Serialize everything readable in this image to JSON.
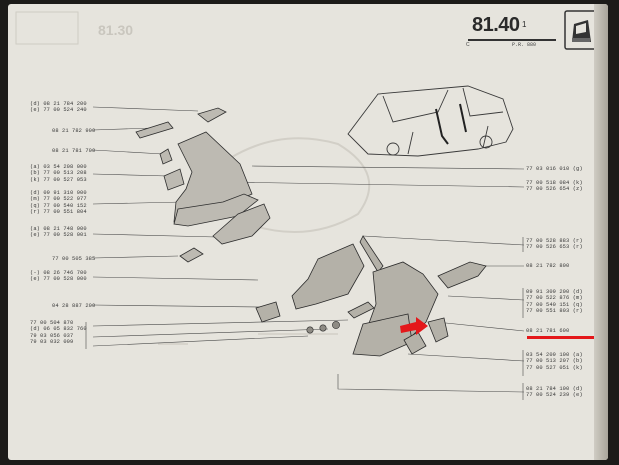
{
  "header": {
    "section": "81.40",
    "index": "1",
    "letter": "C",
    "code": "P.R. 880",
    "ghost_number": "81.30"
  },
  "left_labels": [
    {
      "lines": [
        "(d) 08 21 784 200",
        "(e) 77 00 524 240"
      ]
    },
    {
      "lines": [
        "08 21 782 900"
      ]
    },
    {
      "lines": [
        "08 21 781 700"
      ]
    },
    {
      "lines": [
        "(a) 03 54 208 000",
        "(b) 77 00 513 208",
        "(k) 77 00 527 053"
      ]
    },
    {
      "lines": [
        "(d) 09 91 310 900",
        "(m) 77 00 522 977",
        "(q) 77 00 540 152",
        "(r) 77 00 551 804"
      ]
    },
    {
      "lines": [
        "(a) 08 21 748 900",
        "(e) 77 00 528 001"
      ]
    },
    {
      "lines": [
        "77 00 505 385"
      ]
    },
    {
      "lines": [
        "(-) 08 26 746 700",
        "(e) 77 00 528 000"
      ]
    },
    {
      "lines": [
        "04 28 887 200"
      ]
    },
    {
      "lines": [
        "77 00 504 870",
        "(d) 06 05 832 760",
        "79 03 056 037",
        "79 03 032 009"
      ]
    }
  ],
  "right_labels": [
    {
      "lines": [
        "77 03 016 010 (g)"
      ]
    },
    {
      "lines": [
        "77 00 518 084 (k)",
        "77 00 526 654 (z)"
      ]
    },
    {
      "lines": [
        "77 00 528 883 (r)",
        "77 00 526 653 (r)"
      ]
    },
    {
      "lines": [
        "08 21 782 800"
      ]
    },
    {
      "lines": [
        "09 91 309 200 (d)",
        "77 00 522 876 (m)",
        "77 00 540 151 (q)",
        "77 00 551 803 (r)"
      ]
    },
    {
      "lines": [
        "08 21 781 600"
      ]
    },
    {
      "lines": [
        "03 54 209 100 (a)",
        "77 00 513 207 (b)",
        "77 00 527 051 (k)"
      ]
    },
    {
      "lines": [
        "08 21 784 100 (d)",
        "77 00 524 239 (e)"
      ]
    }
  ],
  "colors": {
    "paper": "#e6e4dd",
    "ink": "#3a3a3a",
    "highlight": "#e4171a"
  }
}
